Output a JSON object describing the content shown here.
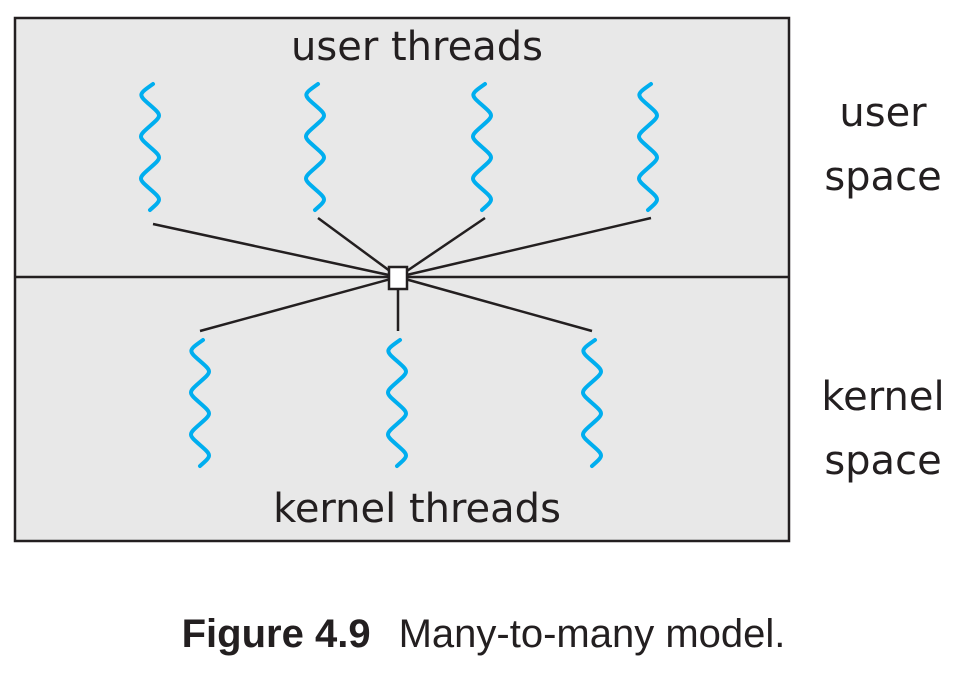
{
  "diagram": {
    "top_label": "user threads",
    "bottom_label": "kernel threads",
    "side_labels": {
      "user": [
        "user",
        "space"
      ],
      "kernel": [
        "kernel",
        "space"
      ]
    },
    "user_threads_count": 4,
    "kernel_threads_count": 3,
    "colors": {
      "thread": "#00aeef",
      "box_fill": "#e8e8e8",
      "line": "#231f20"
    }
  },
  "caption": {
    "number": "Figure 4.9",
    "text": "Many-to-many model."
  }
}
